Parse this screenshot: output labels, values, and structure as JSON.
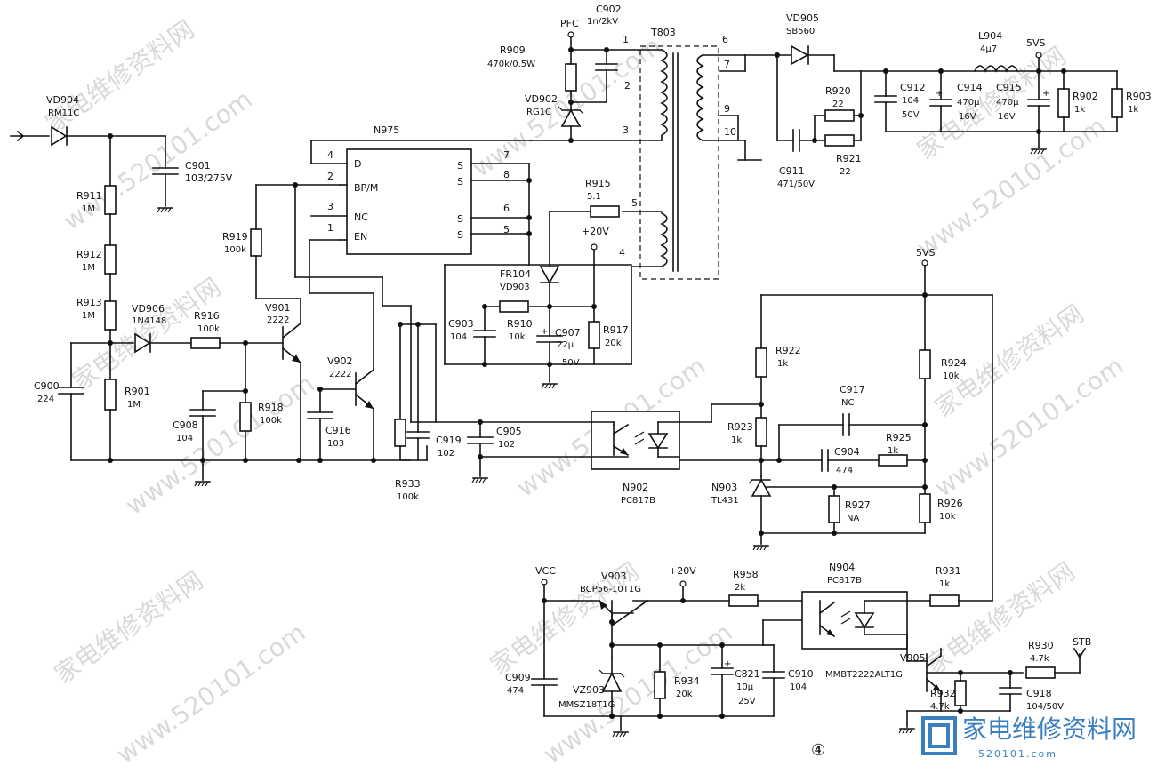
{
  "watermarks": {
    "url": "www.520101.com",
    "site": "家电维修资料网",
    "logo": "家电维修资料网",
    "logo_url": "520101.com"
  },
  "figure_number": "④",
  "ic": {
    "name": "N975",
    "pins_left": [
      "D",
      "BP/M",
      "NC",
      "EN"
    ],
    "pins_left_nums": [
      "4",
      "2",
      "3",
      "1"
    ],
    "pins_right": [
      "S",
      "S",
      "S",
      "S"
    ],
    "pins_right_nums": [
      "7",
      "8",
      "6",
      "5"
    ]
  },
  "transformer": {
    "name": "T803",
    "pins": [
      "1",
      "2",
      "3",
      "4",
      "5",
      "6",
      "7",
      "9",
      "10"
    ]
  },
  "nets": {
    "pfc": "PFC",
    "v5vs_a": "5VS",
    "v5vs_b": "5VS",
    "v20_a": "+20V",
    "v20_b": "+20V",
    "vcc": "VCC",
    "stb": "STB"
  },
  "components": {
    "vd904": [
      "VD904",
      "RM11C"
    ],
    "c901": [
      "C901",
      "103/275V"
    ],
    "r911": [
      "R911",
      "1M"
    ],
    "r912": [
      "R912",
      "1M"
    ],
    "r913": [
      "R913",
      "1M"
    ],
    "vd906": [
      "VD906",
      "1N4148"
    ],
    "r916": [
      "R916",
      "100k"
    ],
    "c900": [
      "C900",
      "224"
    ],
    "r901": [
      "R901",
      "1M"
    ],
    "c908": [
      "C908",
      "104"
    ],
    "r918": [
      "R918",
      "100k"
    ],
    "r919": [
      "R919",
      "100k"
    ],
    "v901": [
      "V901",
      "2222"
    ],
    "v902": [
      "V902",
      "2222"
    ],
    "c916": [
      "C916",
      "103"
    ],
    "r933": [
      "R933",
      "100k"
    ],
    "c919": [
      "C919",
      "102"
    ],
    "c905": [
      "C905",
      "102"
    ],
    "r909": [
      "R909",
      "470k/0.5W"
    ],
    "c902": [
      "C902",
      "1n/2kV"
    ],
    "vd902": [
      "VD902",
      "RG1C"
    ],
    "r915": [
      "R915",
      "5.1"
    ],
    "fr104": [
      "FR104",
      "VD903"
    ],
    "c903": [
      "C903",
      "104"
    ],
    "r910": [
      "R910",
      "10k"
    ],
    "c907": [
      "C907",
      "22μ",
      "50V"
    ],
    "r917": [
      "R917",
      "20k"
    ],
    "vd905": [
      "VD905",
      "SB560"
    ],
    "r920": [
      "R920",
      "22"
    ],
    "r921": [
      "R921",
      "22"
    ],
    "c911": [
      "C911",
      "471/50V"
    ],
    "c912": [
      "C912",
      "104",
      "50V"
    ],
    "l904": [
      "L904",
      "4μ7"
    ],
    "c914": [
      "C914",
      "470μ",
      "16V"
    ],
    "c915": [
      "C915",
      "470μ",
      "16V"
    ],
    "r902": [
      "R902",
      "1k"
    ],
    "r903": [
      "R903",
      "1k"
    ],
    "n902": [
      "N902",
      "PC817B"
    ],
    "r922": [
      "R922",
      "1k"
    ],
    "r923": [
      "R923",
      "1k"
    ],
    "c917": [
      "C917",
      "NC"
    ],
    "c904": [
      "C904",
      "474"
    ],
    "r925": [
      "R925",
      "1k"
    ],
    "r924": [
      "R924",
      "10k"
    ],
    "n903": [
      "N903",
      "TL431"
    ],
    "r927": [
      "R927",
      "NA"
    ],
    "r926": [
      "R926",
      "10k"
    ],
    "v903": [
      "V903",
      "BCP56-10T1G"
    ],
    "r958": [
      "R958",
      "2k"
    ],
    "n904": [
      "N904",
      "PC817B"
    ],
    "r931": [
      "R931",
      "1k"
    ],
    "c909": [
      "C909",
      "474"
    ],
    "vz903": [
      "VZ903",
      "MMSZ18T1G"
    ],
    "r934": [
      "R934",
      "20k"
    ],
    "c821": [
      "C821",
      "10μ",
      "25V"
    ],
    "c910": [
      "C910",
      "104"
    ],
    "v905": [
      "V905",
      "MMBT2222ALT1G"
    ],
    "r932": [
      "R932",
      "4.7k"
    ],
    "c918": [
      "C918",
      "104/50V"
    ],
    "r930": [
      "R930",
      "4.7k"
    ]
  }
}
